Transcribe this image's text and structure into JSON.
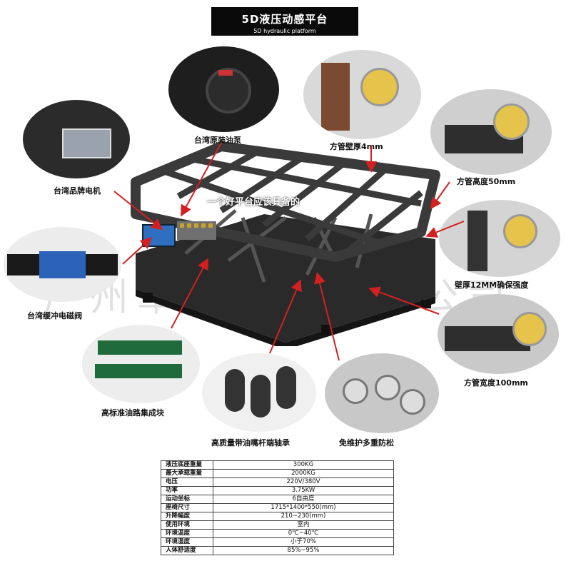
{
  "title": {
    "main": "5D液压动感平台",
    "sub": "5D hydraulic platform"
  },
  "center_caption": "一个好平台应该具备的",
  "watermark": "广州卓远机械有限公司",
  "callouts": {
    "oil_pump": "台湾原装油泵",
    "tube_wall": "方管壁厚4mm",
    "motor": "台湾品牌电机",
    "tube_height": "方管高度50mm",
    "wall_strength": "壁厚12MM确保强度",
    "valve": "台湾缓冲电磁阀",
    "tube_width": "方管宽度100mm",
    "manifold": "高标准油路集成块",
    "bearing": "高质量带油嘴杆端轴承",
    "anti_loose": "免维护多重防松"
  },
  "specs": [
    {
      "key": "液压底座重量",
      "value": "300KG"
    },
    {
      "key": "最大承载重量",
      "value": "2000KG"
    },
    {
      "key": "电压",
      "value": "220V/380V"
    },
    {
      "key": "功率",
      "value": "3.75KW"
    },
    {
      "key": "运动坐标",
      "value": "6自由度"
    },
    {
      "key": "座椅尺寸",
      "value": "1715*1400*550(mm)"
    },
    {
      "key": "升降幅度",
      "value": "210~230(mm)"
    },
    {
      "key": "使用环境",
      "value": "室内"
    },
    {
      "key": "环境温度",
      "value": "0℃~40℃"
    },
    {
      "key": "环境湿度",
      "value": "小于70%"
    },
    {
      "key": "人体舒适度",
      "value": "85%~95%"
    }
  ],
  "colors": {
    "arrow": "#d42020",
    "frame": "#3a3a3a",
    "banner": "#0a0a0a"
  }
}
